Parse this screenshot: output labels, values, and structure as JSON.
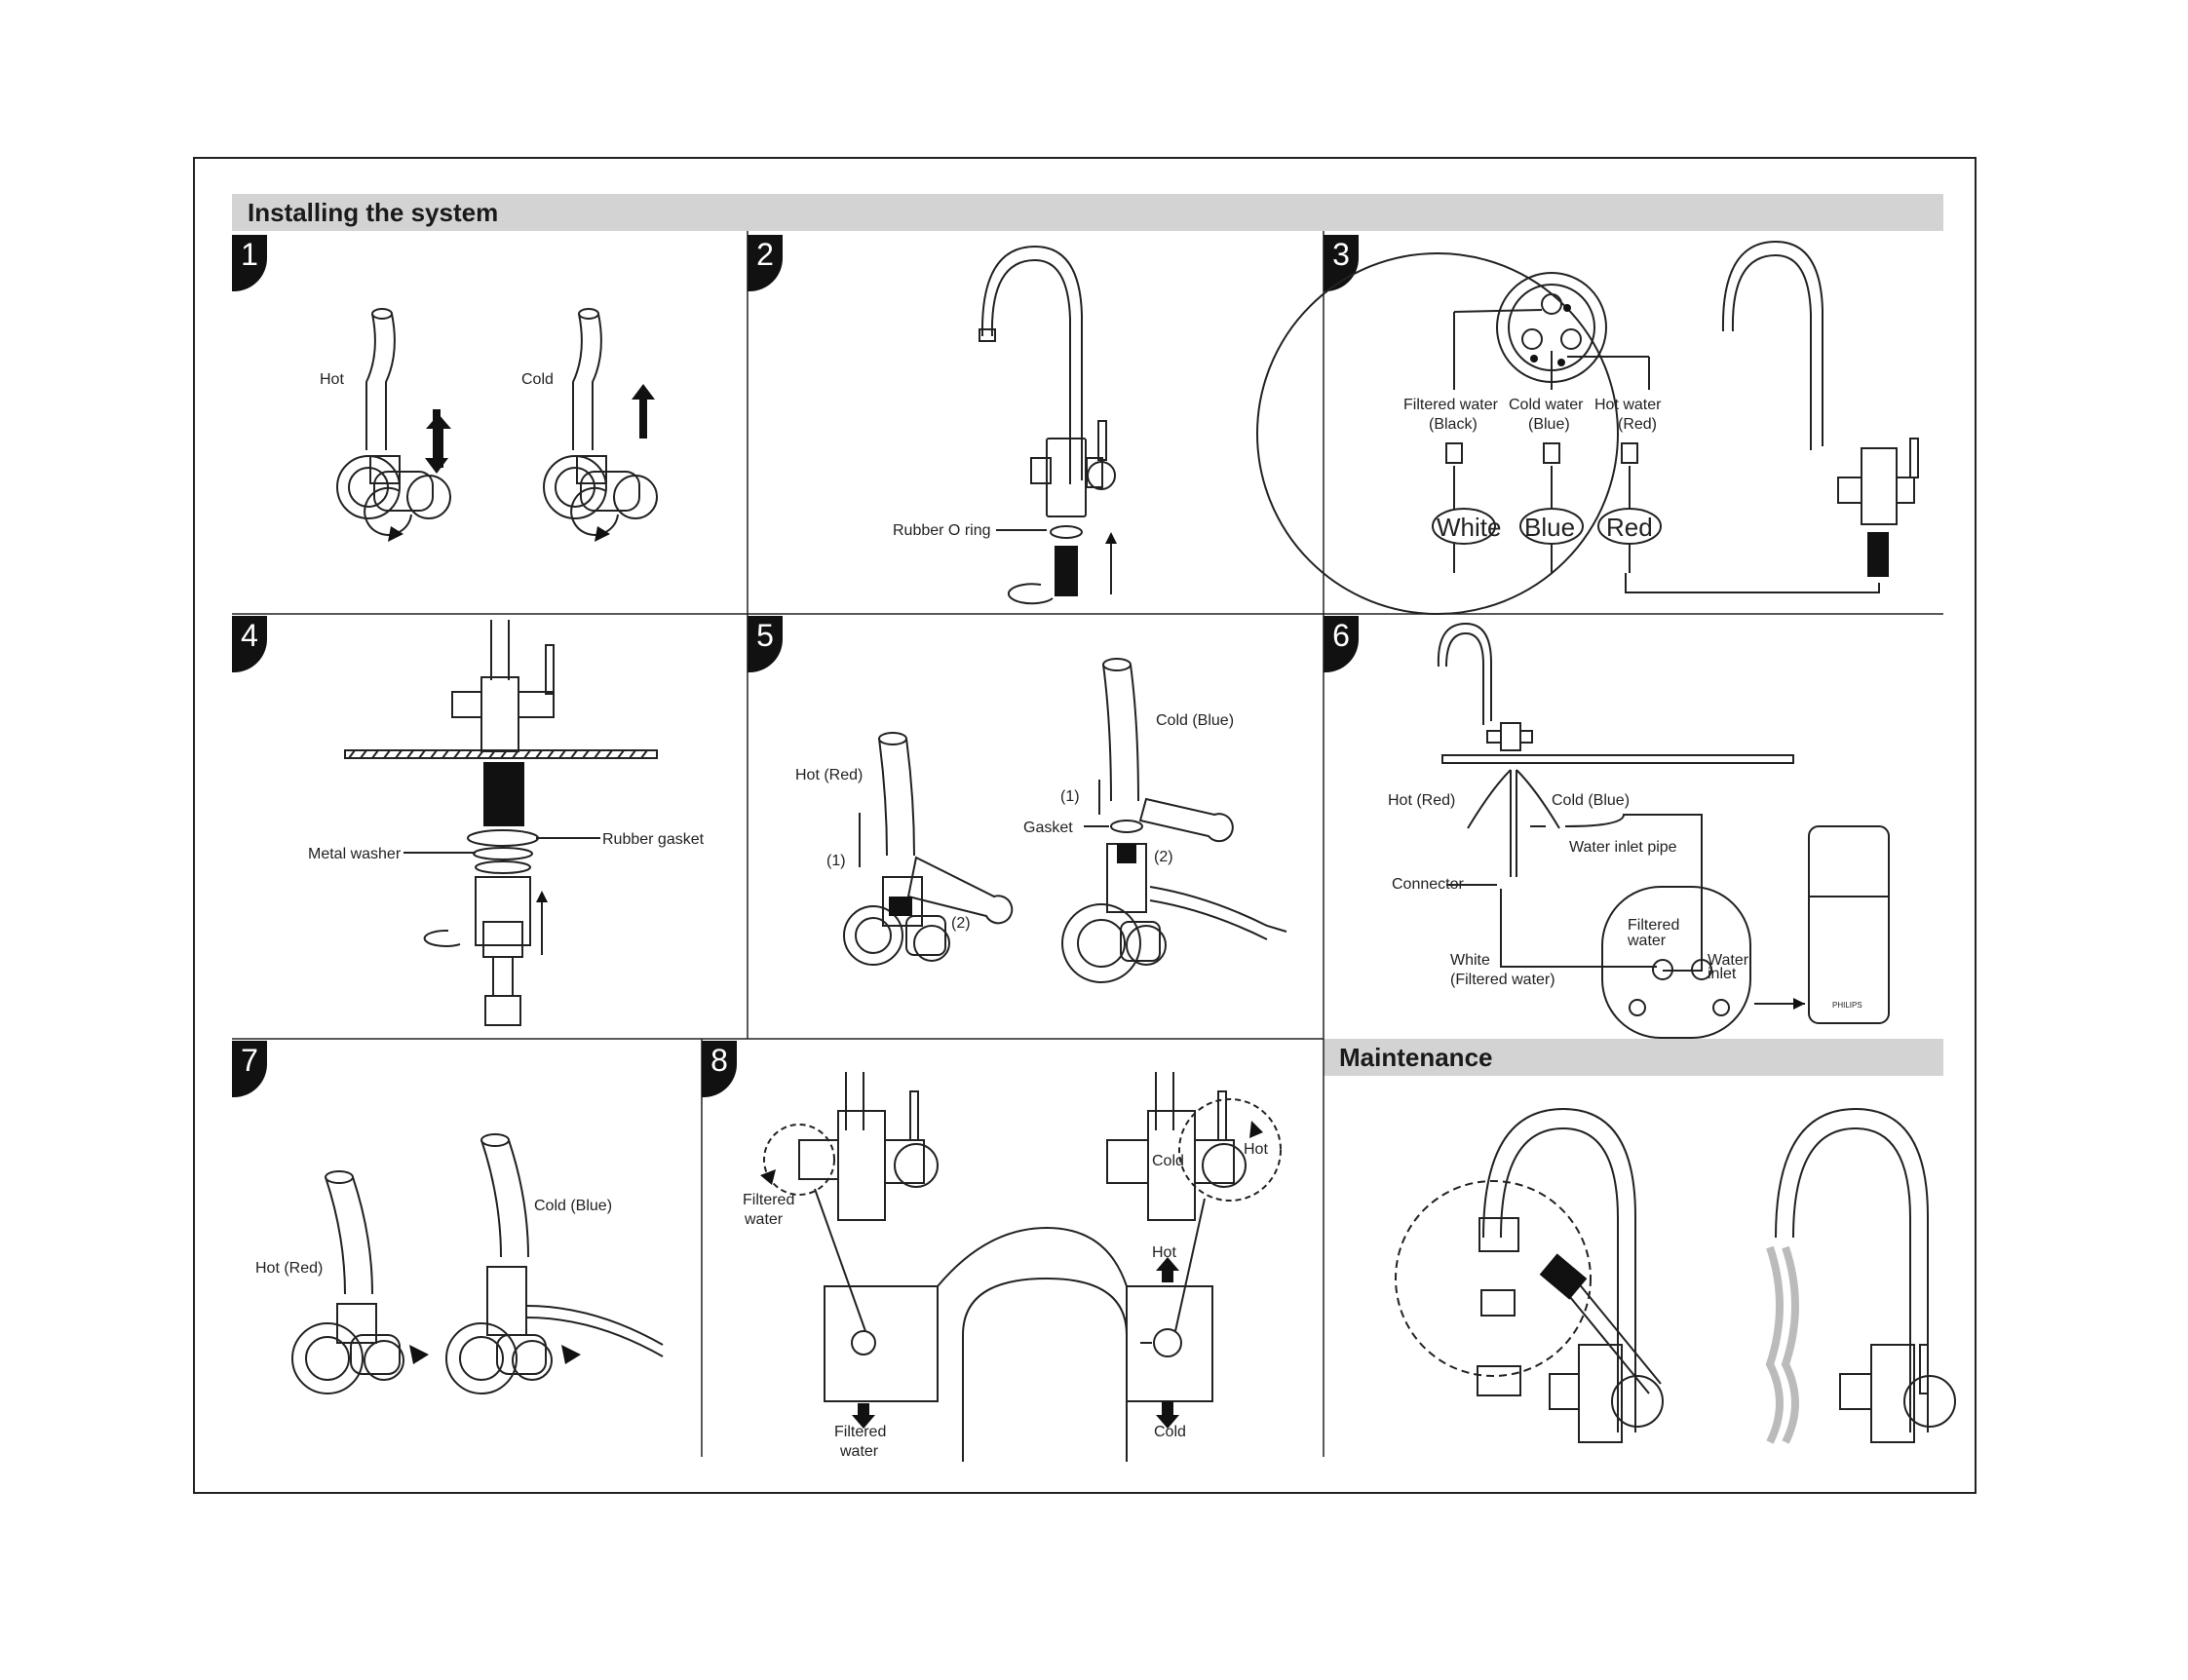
{
  "section_titles": {
    "install": "Installing the system",
    "maintenance": "Maintenance"
  },
  "steps": [
    "1",
    "2",
    "3",
    "4",
    "5",
    "6",
    "7",
    "8"
  ],
  "step1": {
    "hot": "Hot",
    "cold": "Cold"
  },
  "step2": {
    "rubber_o_ring": "Rubber O ring"
  },
  "step3": {
    "filtered": [
      "Filtered water",
      "(Black)"
    ],
    "cold": [
      "Cold water",
      "(Blue)"
    ],
    "hot": [
      "Hot water",
      "(Red)"
    ],
    "tags": [
      "White",
      "Blue",
      "Red"
    ]
  },
  "step4": {
    "metal_washer": "Metal washer",
    "rubber_gasket": "Rubber gasket"
  },
  "step5": {
    "hot_red": "Hot (Red)",
    "cold_blue": "Cold (Blue)",
    "gasket": "Gasket",
    "one": "(1)",
    "two": "(2)"
  },
  "step6": {
    "hot_red": "Hot (Red)",
    "cold_blue": "Cold (Blue)",
    "water_inlet_pipe": "Water inlet pipe",
    "connector": "Connector",
    "white": "White",
    "filtered_water_paren": "(Filtered water)",
    "filtered": [
      "Filtered",
      "water"
    ],
    "inlet": [
      "Water",
      "inlet"
    ],
    "brand": "PHILIPS"
  },
  "step7": {
    "hot_red": "Hot (Red)",
    "cold_blue": "Cold (Blue)"
  },
  "step8": {
    "filtered": [
      "Filtered",
      "water"
    ],
    "cold": "Cold",
    "hot": "Hot",
    "filtered_bottom": [
      "Filtered",
      "water"
    ],
    "cold_bottom": "Cold",
    "hot_top": "Hot"
  },
  "colors": {
    "frame": "#222222",
    "header_bar": "#d3d3d3",
    "tab": "#111111"
  },
  "icons": [
    "faucet-icon",
    "valve-icon",
    "arrow-icon",
    "hose-icon",
    "filter-unit-icon",
    "brush-icon"
  ]
}
